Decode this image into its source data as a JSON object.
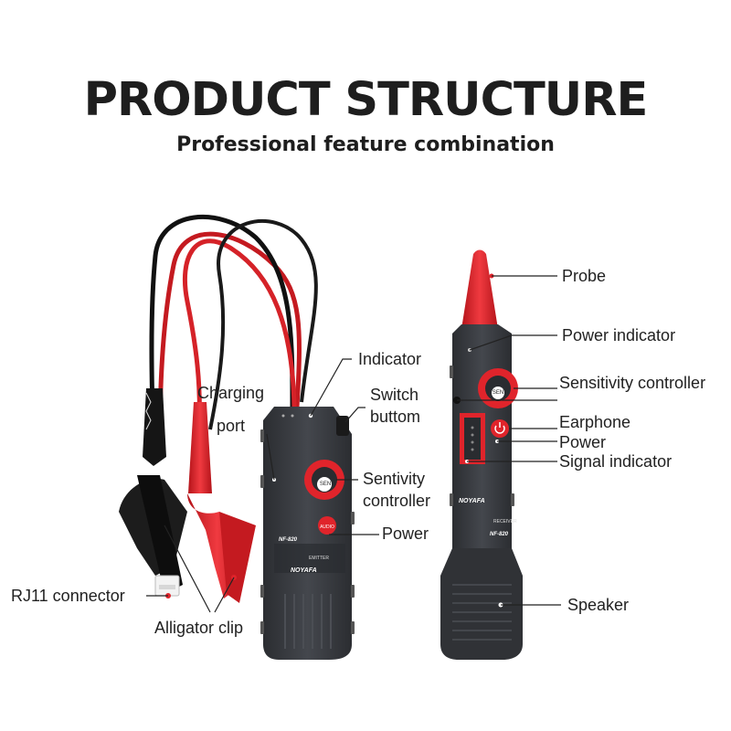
{
  "header": {
    "title": "PRODUCT STRUCTURE",
    "subtitle": "Professional feature combination"
  },
  "emitter": {
    "model": "NF-820",
    "type": "EMITTER",
    "brand": "NOYAFA",
    "button": "AUDIO",
    "dial": "SEN",
    "labels": {
      "indicator": "Indicator",
      "charging_1": "Charging",
      "charging_2": "port",
      "switch_1": "Switch",
      "switch_2": "buttom",
      "sentivity_1": "Sentivity",
      "sentivity_2": "controller",
      "power": "Power",
      "rj11": "RJ11 connector",
      "alligator": "Alligator clip"
    }
  },
  "receiver": {
    "model": "NF-820",
    "type": "RECEIVER",
    "brand": "NOYAFA",
    "dial": "SEN",
    "labels": {
      "probe": "Probe",
      "power_indicator": "Power indicator",
      "sensitivity": "Sensitivity controller",
      "earphone": "Earphone",
      "power": "Power",
      "signal": "Signal indicator",
      "speaker": "Speaker"
    }
  },
  "colors": {
    "body": "#3a3d42",
    "accent": "#e0242b",
    "label_text": "#222222",
    "title_text": "#1e1e1e"
  }
}
